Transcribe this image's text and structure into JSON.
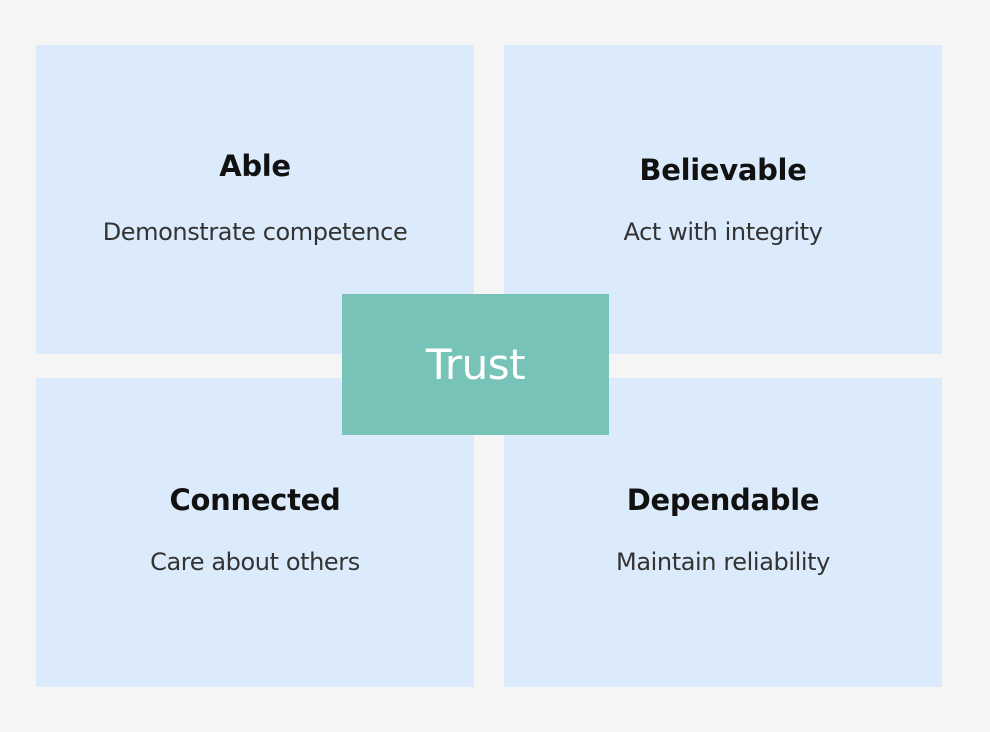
{
  "colors": {
    "background": "#f5f5f5",
    "quadrant_fill": "#dbebfb",
    "center_fill": "#78c3b8",
    "center_text": "#ffffff",
    "title_text": "#111111",
    "desc_text": "#333333"
  },
  "center": {
    "label": "Trust"
  },
  "quadrants": [
    {
      "title": "Able",
      "description": "Demonstrate competence"
    },
    {
      "title": "Believable",
      "description": "Act with integrity"
    },
    {
      "title": "Connected",
      "description": "Care about others"
    },
    {
      "title": "Dependable",
      "description": "Maintain reliability"
    }
  ]
}
